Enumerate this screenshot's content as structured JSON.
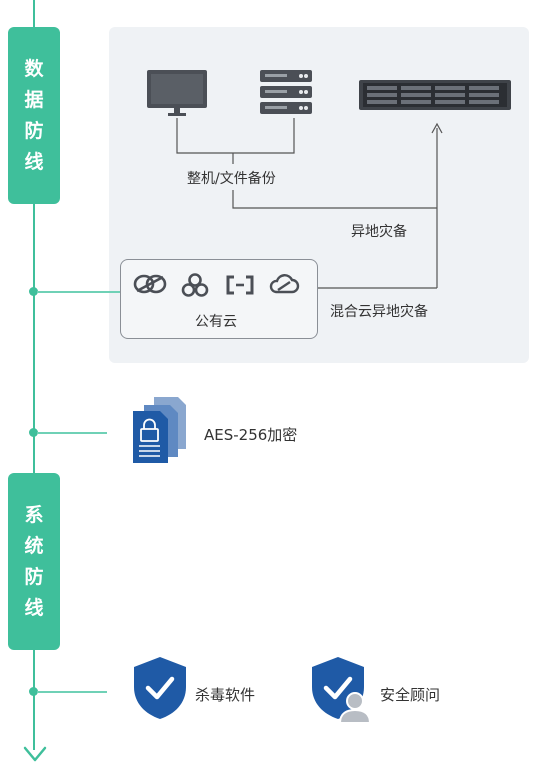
{
  "sections": {
    "data_defense": {
      "chars": [
        "数",
        "据",
        "防",
        "线"
      ]
    },
    "system_defense": {
      "chars": [
        "系",
        "统",
        "防",
        "线"
      ]
    }
  },
  "diagram": {
    "backup_label": "整机/文件备份",
    "offsite_label": "异地灾备",
    "hybrid_label": "混合云异地灾备",
    "public_cloud_label": "公有云"
  },
  "encryption": {
    "label": "AES-256加密"
  },
  "security": {
    "antivirus_label": "杀毒软件",
    "consultant_label": "安全顾问"
  },
  "colors": {
    "accent_green": "#3fbf9b",
    "icon_dark": "#4b4f56",
    "shield_blue": "#1f5aa6",
    "panel_bg": "#eff2f5"
  },
  "icons": [
    "monitor-icon",
    "server-rack-icon",
    "nas-storage-icon",
    "cloud-provider-icon",
    "document-lock-icon",
    "shield-check-icon",
    "shield-user-icon",
    "arrow-down-icon"
  ]
}
